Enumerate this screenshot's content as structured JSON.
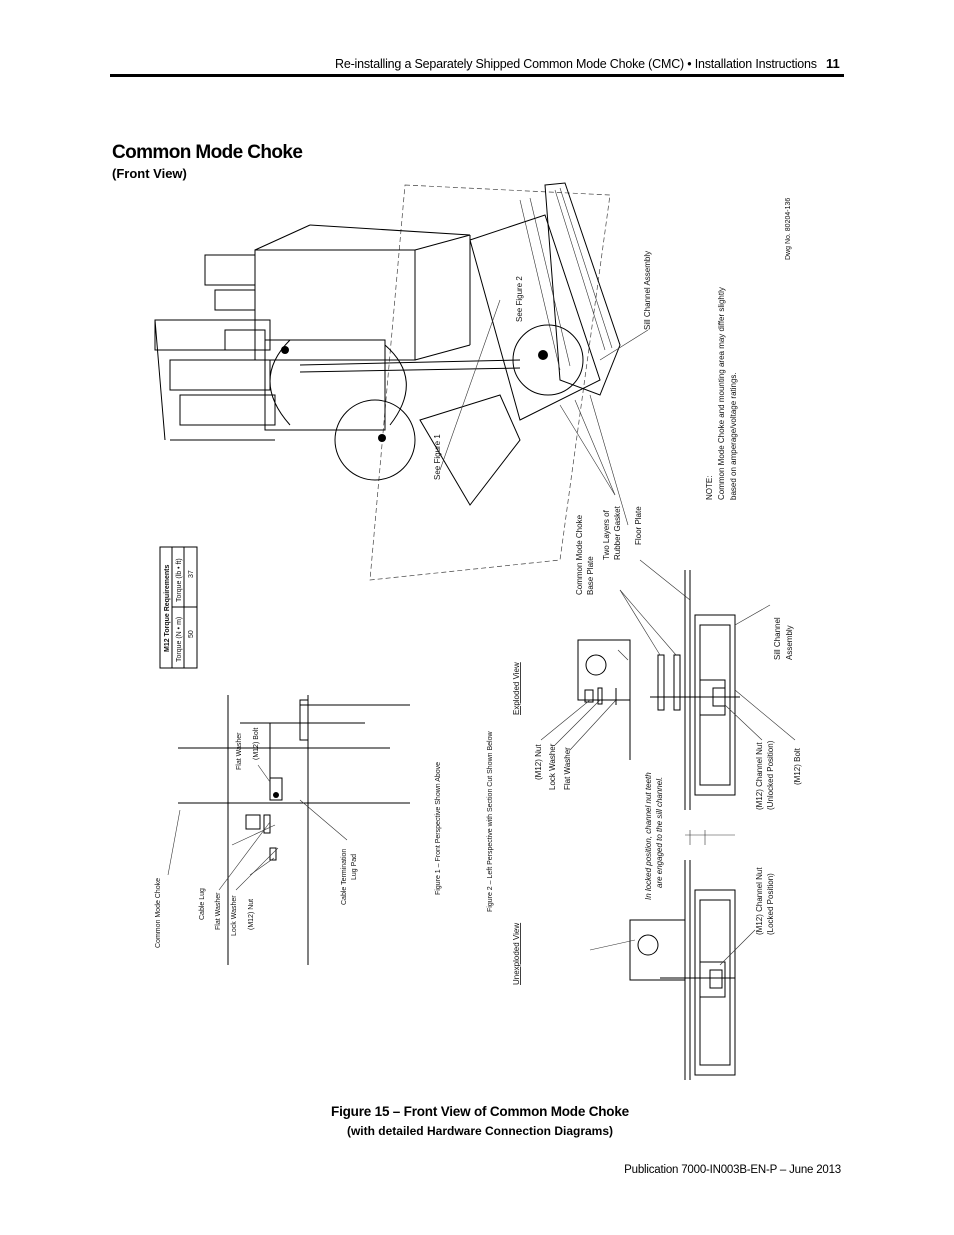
{
  "header": {
    "running_title": "Re-installing a Separately Shipped Common Mode Choke (CMC) • Installation Instructions",
    "page_number": "11"
  },
  "section": {
    "title": "Common Mode Choke",
    "subtitle": "(Front View)"
  },
  "drawing": {
    "dwg_no": "Dwg No. 80204-136",
    "note_title": "NOTE:",
    "note_line1": "Common Mode Choke and mounting area may differ slightly",
    "note_line2": "based on amperage/voltage ratings.",
    "labels": {
      "sill_channel_assembly": "Sill Channel Assembly",
      "see_figure_2": "See Figure 2",
      "see_figure_1": "See Figure 1",
      "floor_plate": "Floor Plate",
      "two_layers_1": "Two Layers of",
      "two_layers_2": "Rubber Gasket",
      "cmc_base_1": "Common Mode Choke",
      "cmc_base_2": "Base Plate",
      "sill_channel_1": "Sill Channel",
      "sill_channel_2": "Assembly",
      "exploded_view": "Exploded View",
      "unexploded_view": "Unexploded View",
      "m12_nut": "(M12) Nut",
      "lock_washer": "Lock Washer",
      "flat_washer": "Flat Washer",
      "m12_channel_nut_unlocked_1": "(M12) Channel Nut",
      "m12_channel_nut_unlocked_2": "(Unlocked Position)",
      "m12_bolt": "(M12) Bolt",
      "locked_note_1": "In locked position, channel nut teeth",
      "locked_note_2": "are engaged to the sill channel.",
      "m12_channel_nut_locked_1": "(M12) Channel Nut",
      "m12_channel_nut_locked_2": "(Locked Position)",
      "figure1_caption": "Figure 1 – Front Perspective Shown Above",
      "figure2_caption": "Figure 2 – Left Perspective with Section Cut Shown Below",
      "f1_flat_washer": "Flat Washer",
      "f1_m12_bolt": "(M12) Bolt",
      "f1_common_mode_choke": "Common Mode Choke",
      "f1_cable_lug": "Cable Lug",
      "f1_flat_washer2": "Flat Washer",
      "f1_lock_washer": "Lock Washer",
      "f1_m12_nut": "(M12) Nut",
      "f1_cable_term_1": "Cable Termination",
      "f1_cable_term_2": "Lug Pad"
    },
    "torque_table": {
      "title": "M12 Torque Requirements",
      "headers": [
        "Torque (N • m)",
        "Torque (lb • ft)"
      ],
      "values": [
        "50",
        "37"
      ]
    }
  },
  "figure_caption": {
    "line1": "Figure 15 – Front View of Common Mode Choke",
    "line2": "(with detailed Hardware Connection Diagrams)"
  },
  "footer": {
    "publication": "Publication 7000-IN003B-EN-P – June 2013"
  }
}
